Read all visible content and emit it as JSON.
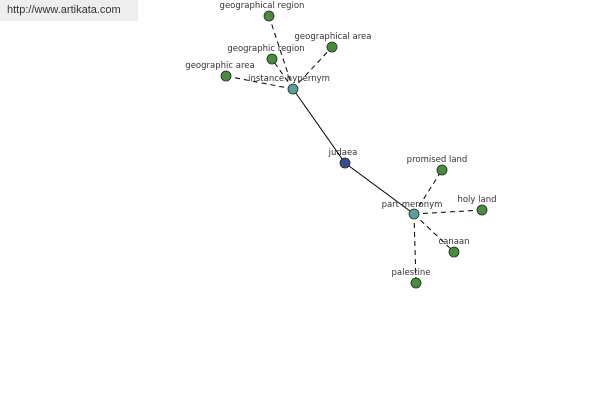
{
  "watermark": "http://www.artikata.com",
  "colors": {
    "root": "#3a4a8a",
    "relation": "#5e9e9e",
    "leaf": "#4a8a3e"
  },
  "graph": {
    "root": {
      "id": "judaea",
      "label": "judaea"
    },
    "relations": [
      {
        "id": "instance-hypernym",
        "label": "instance hypernym"
      },
      {
        "id": "part-meronym",
        "label": "part meronym"
      }
    ],
    "leaves": [
      {
        "id": "geographical-region",
        "label": "geographical region",
        "parent": "instance-hypernym"
      },
      {
        "id": "geographical-area",
        "label": "geographical area",
        "parent": "instance-hypernym"
      },
      {
        "id": "geographic-region",
        "label": "geographic region",
        "parent": "instance-hypernym"
      },
      {
        "id": "geographic-area",
        "label": "geographic area",
        "parent": "instance-hypernym"
      },
      {
        "id": "promised-land",
        "label": "promised land",
        "parent": "part-meronym"
      },
      {
        "id": "holy-land",
        "label": "holy land",
        "parent": "part-meronym"
      },
      {
        "id": "canaan",
        "label": "canaan",
        "parent": "part-meronym"
      },
      {
        "id": "palestine",
        "label": "palestine",
        "parent": "part-meronym"
      }
    ]
  }
}
